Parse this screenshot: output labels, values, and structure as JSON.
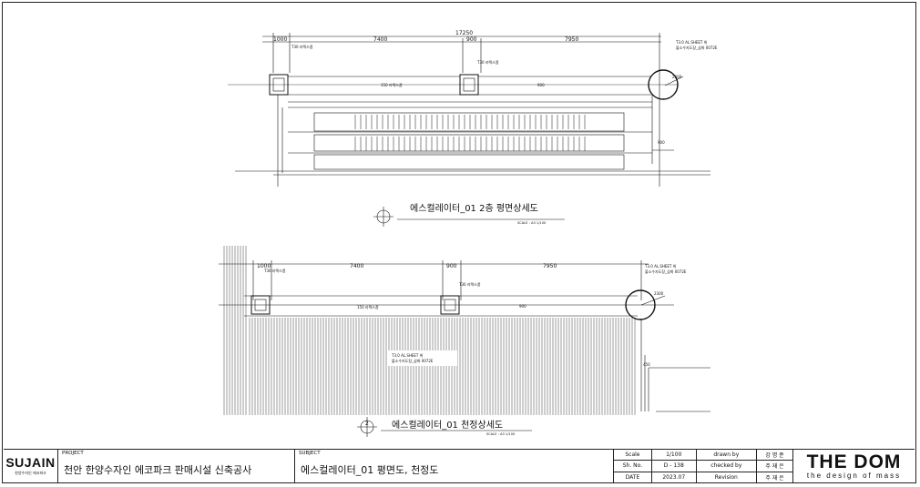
{
  "plan1": {
    "dims_top": [
      "17250"
    ],
    "dims": [
      "1000",
      "7400",
      "900",
      "7950"
    ],
    "callout_left": "T30 라텍스폼",
    "callout_mid": "T30 라텍스폼",
    "callout_beam": "150 라텍스폼",
    "callout_right_1": "T3.0 AL.SHEET 위",
    "callout_right_2": "불소수지도장_삼화 0072E",
    "dim_circle": "2300",
    "dim_v": "900",
    "dim_small": "900",
    "title": "에스컬레이터_01 2층 평면상세도",
    "scale": "SCALE : A3 1/100"
  },
  "plan2": {
    "dims": [
      "1000",
      "7400",
      "900",
      "7950"
    ],
    "callout_left": "T30 라텍스폼",
    "callout_mid": "T30 라텍스폼",
    "callout_beam": "150 라텍스폼",
    "callout_right_1": "T3.0 AL.SHEET 위",
    "callout_right_2": "불소수지도장_삼화 0072E",
    "dim_circle": "2300",
    "dim_v": "900",
    "dim_small": "450",
    "callout_ceiling_1": "T3.0 AL.SHEET 위",
    "callout_ceiling_2": "불소수지도장_삼화 0072E",
    "number": "2",
    "title": "에스컬레이터_01 천정상세도",
    "scale": "SCALE : A3 1/100"
  },
  "titleblock": {
    "logo": "SUJAIN",
    "logo_sub": "한양수자인 에코파크",
    "project_label": "PROJECT",
    "project": "천안 한양수자인 에코파크 판매시설 신축공사",
    "subject_label": "SUBJECT",
    "subject": "에스컬레이터_01 평면도, 천정도",
    "rows": [
      [
        "Scale",
        "1/100",
        "drawn by",
        "강 명 준"
      ],
      [
        "Sh. No.",
        "D - 138",
        "checked by",
        "주 재 은"
      ],
      [
        "DATE",
        "2023.07",
        "Revision",
        "주 재 은"
      ]
    ],
    "brand": "THE DOM",
    "brand_sub": "the design of mass"
  }
}
